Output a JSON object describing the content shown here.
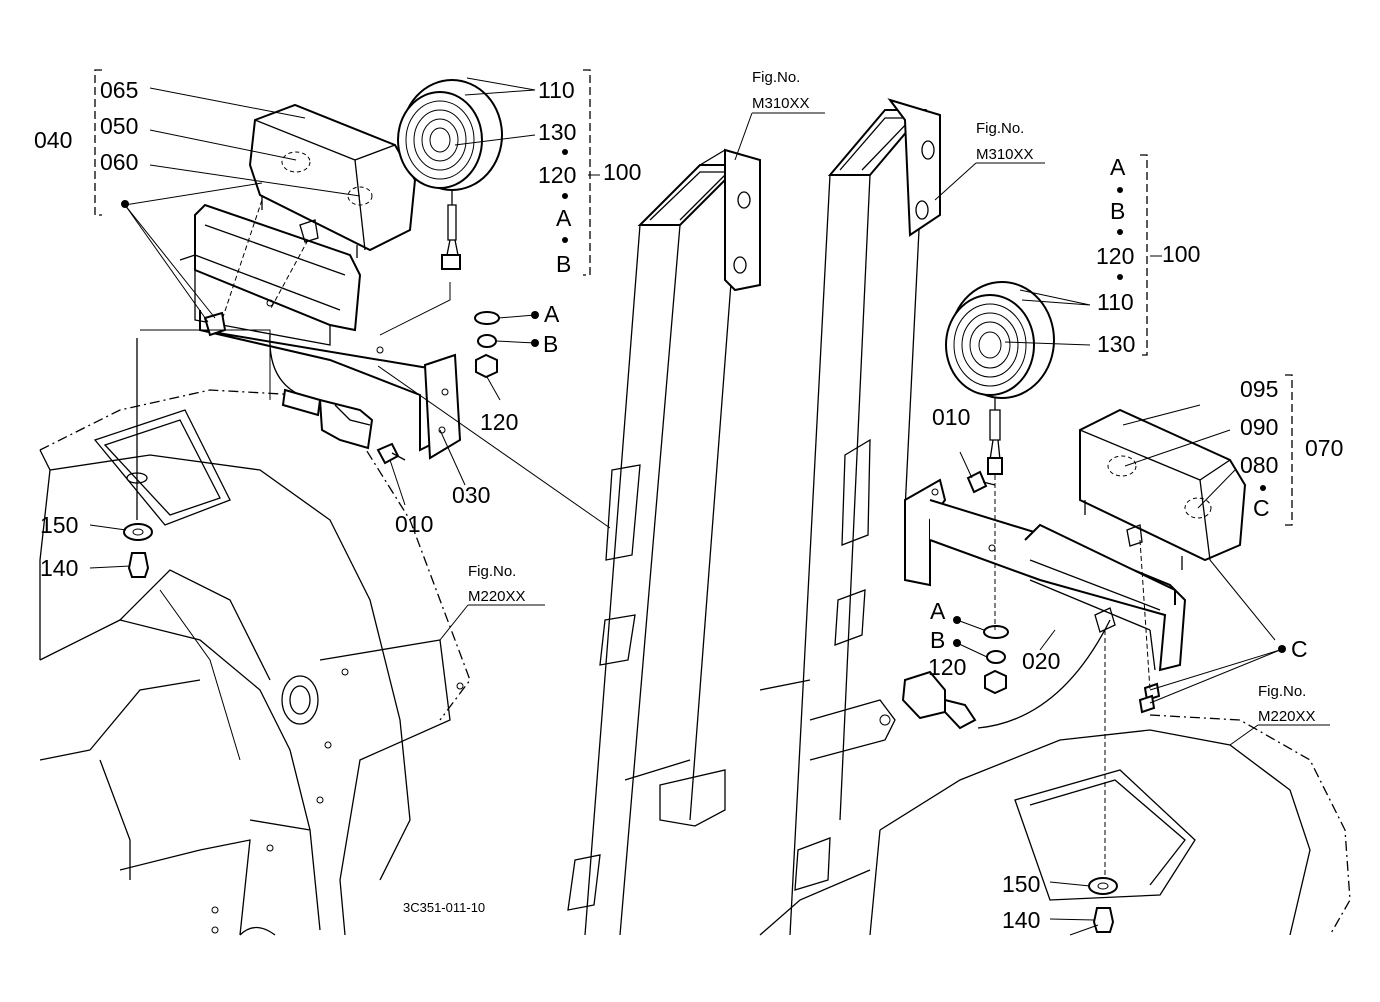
{
  "labels": {
    "l065": "065",
    "l050": "050",
    "l060": "060",
    "l040": "040",
    "l110a": "110",
    "l130a": "130",
    "l120a": "120",
    "l100a": "100",
    "lAa": "A",
    "lBa": "B",
    "lA1": "A",
    "lB1": "B",
    "l120b": "120",
    "l030": "030",
    "l010a": "010",
    "l150a": "150",
    "l140a": "140",
    "lAr": "A",
    "lBr": "B",
    "l120r": "120",
    "l100r": "100",
    "l110r": "110",
    "l130r": "130",
    "l095": "095",
    "l090": "090",
    "l080": "080",
    "l070": "070",
    "lCr": "C",
    "l010b": "010",
    "l020": "020",
    "lA2": "A",
    "lB2": "B",
    "l120c": "120",
    "lC2": "C",
    "l150b": "150",
    "l140b": "140"
  },
  "figrefs": {
    "f1a": "Fig.No.",
    "f1b": "M310XX",
    "f2a": "Fig.No.",
    "f2b": "M310XX",
    "f3a": "Fig.No.",
    "f3b": "M220XX",
    "f4a": "Fig.No.",
    "f4b": "M220XX"
  },
  "drawing_code": "3C351-011-10"
}
